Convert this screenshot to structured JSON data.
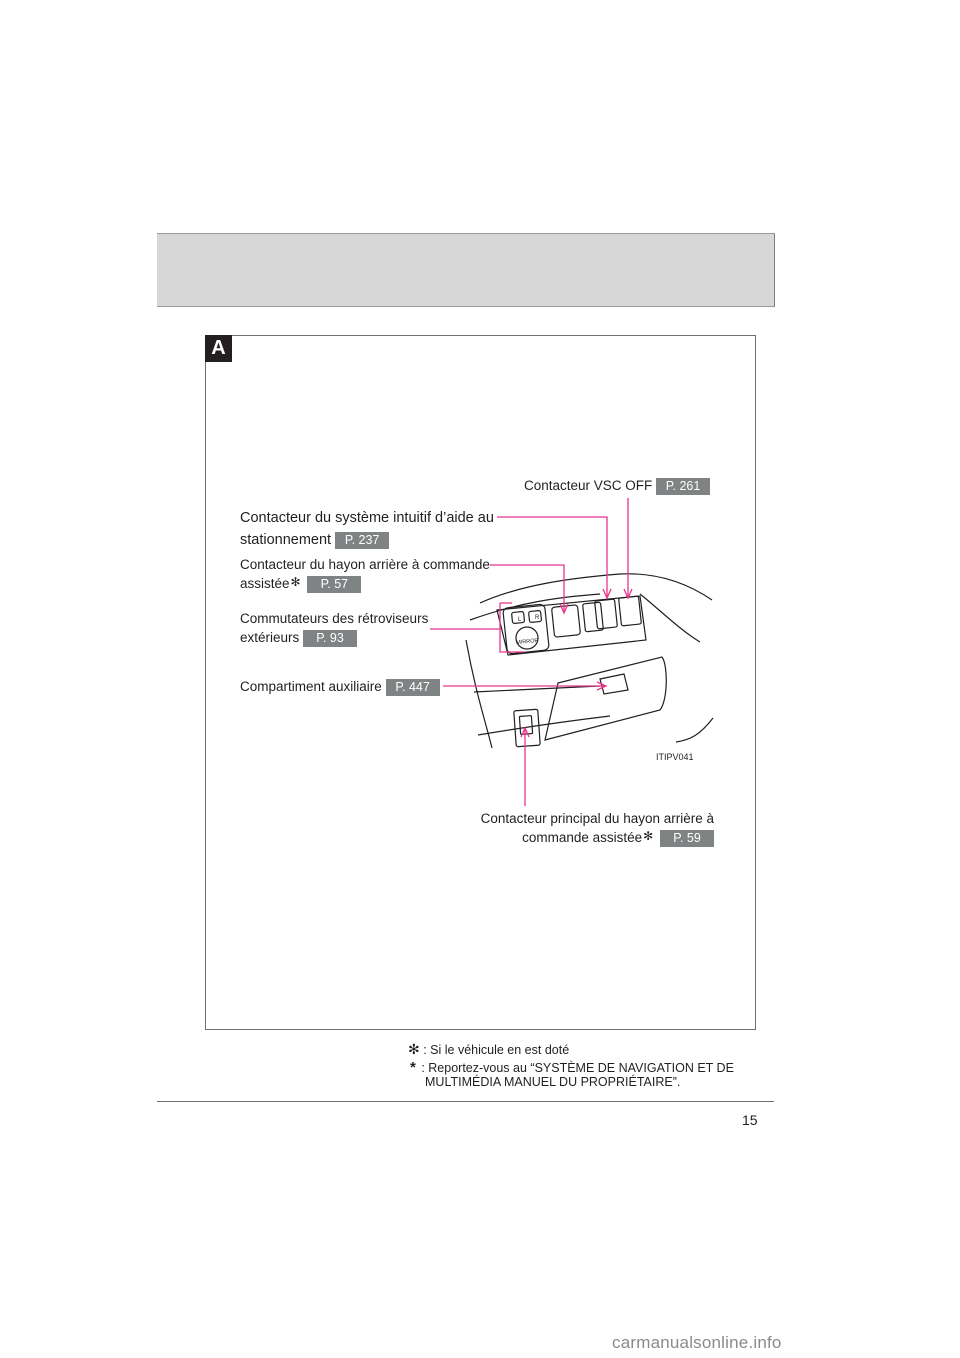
{
  "section": {
    "letter": "A"
  },
  "labels": {
    "vsc": {
      "text": "Contacteur VSC OFF",
      "ref": "P. 261"
    },
    "parking": {
      "line1": "Contacteur du système intuitif d’aide au",
      "line2": "stationnement",
      "ref": "P. 237"
    },
    "tailgate": {
      "line1": "Contacteur du hayon arrière à commande",
      "line2": "assistée",
      "ref": "P. 57"
    },
    "mirrors": {
      "line1": "Commutateurs des rétroviseurs",
      "line2": "extérieurs",
      "ref": "P. 93"
    },
    "aux": {
      "text": "Compartiment auxiliaire",
      "ref": "P. 447"
    },
    "main_tailgate": {
      "line1": "Contacteur principal du hayon arrière à",
      "line2": "commande assistée",
      "ref": "P. 59"
    }
  },
  "illustration": {
    "code": "ITIPV041",
    "switch_text": "MIRROR",
    "switch_left": "L",
    "switch_right": "R"
  },
  "footnotes": {
    "asterisk1": "✻",
    "asterisk2": "*",
    "note1": ": Si le véhicule en est doté",
    "note2_line1": ":  Reportez-vous au “SYSTÈME DE NAVIGATION ET DE",
    "note2_line2": "MULTIMÉDIA MANUEL DU PROPRIÉTAIRE”."
  },
  "page_number": "15",
  "watermark": "carmanualsonline.info",
  "colors": {
    "leader": "#e8358f",
    "ref_bg": "#7f8383",
    "band": "#d7d7d7"
  }
}
